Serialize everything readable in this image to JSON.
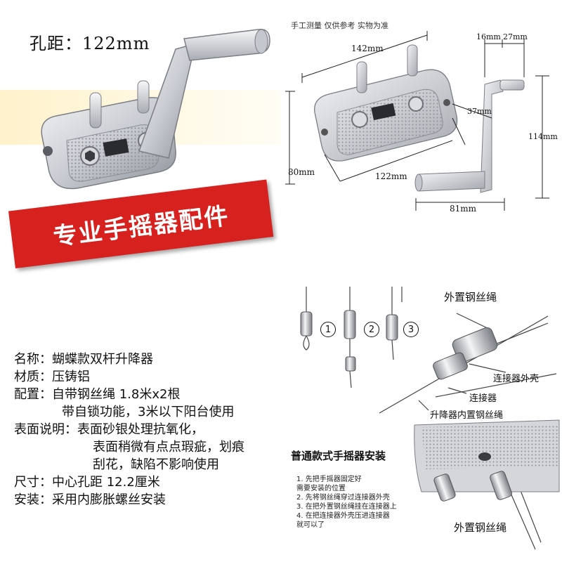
{
  "hero": {
    "pitch_label": "孔距：122mm",
    "banner_text": "专业手摇器配件"
  },
  "drawing": {
    "note": "手工测量  仅供参考  实物为准",
    "dims": {
      "top_width": "142mm",
      "small_a": "16mm",
      "small_b": "27mm",
      "crank_offset": "37mm",
      "height": "114mm",
      "left_height": "80mm",
      "center_pitch": "122mm",
      "handle_length": "81mm"
    }
  },
  "specs": [
    {
      "text": "名称：蝴蝶款双杆升降器",
      "indent": 0
    },
    {
      "text": "材质：压铸铝",
      "indent": 0
    },
    {
      "text": "配置：自带钢丝绳 1.8米x2根",
      "indent": 0
    },
    {
      "text": "带自锁功能，3米以下阳台使用",
      "indent": 1
    },
    {
      "text": "表面说明：表面砂银处理抗氧化，",
      "indent": 0
    },
    {
      "text": "表面稍微有点点瑕疵，划痕",
      "indent": 2
    },
    {
      "text": "刮花，缺陷不影响使用",
      "indent": 2
    },
    {
      "text": "尺寸：中心孔距 12.2厘米",
      "indent": 0
    },
    {
      "text": "安装：采用内膨胀螺丝安装",
      "indent": 0
    }
  ],
  "install": {
    "step_numbers": [
      "1",
      "2",
      "3"
    ],
    "labels": {
      "external_wire_top": "外置钢丝绳",
      "connector_shell": "连接器外壳",
      "connector": "连接器",
      "internal_wire": "升降器内置钢丝绳",
      "external_wire_bottom": "外置钢丝绳"
    },
    "title": "普通款式手摇器安装",
    "steps": [
      "1. 先把手摇器固定好",
      "   需要安装的位置",
      "2. 先将钢丝绳穿过连接器外壳",
      "3. 在把外置钢丝绳挂在连接器上",
      "4. 在把连接器外壳压进连接器",
      "   就可以了"
    ]
  },
  "colors": {
    "banner_red": "#d7211e",
    "metal_light": "#e6e7ea",
    "metal_mid": "#b9bcc2",
    "metal_dark": "#7d8088"
  }
}
